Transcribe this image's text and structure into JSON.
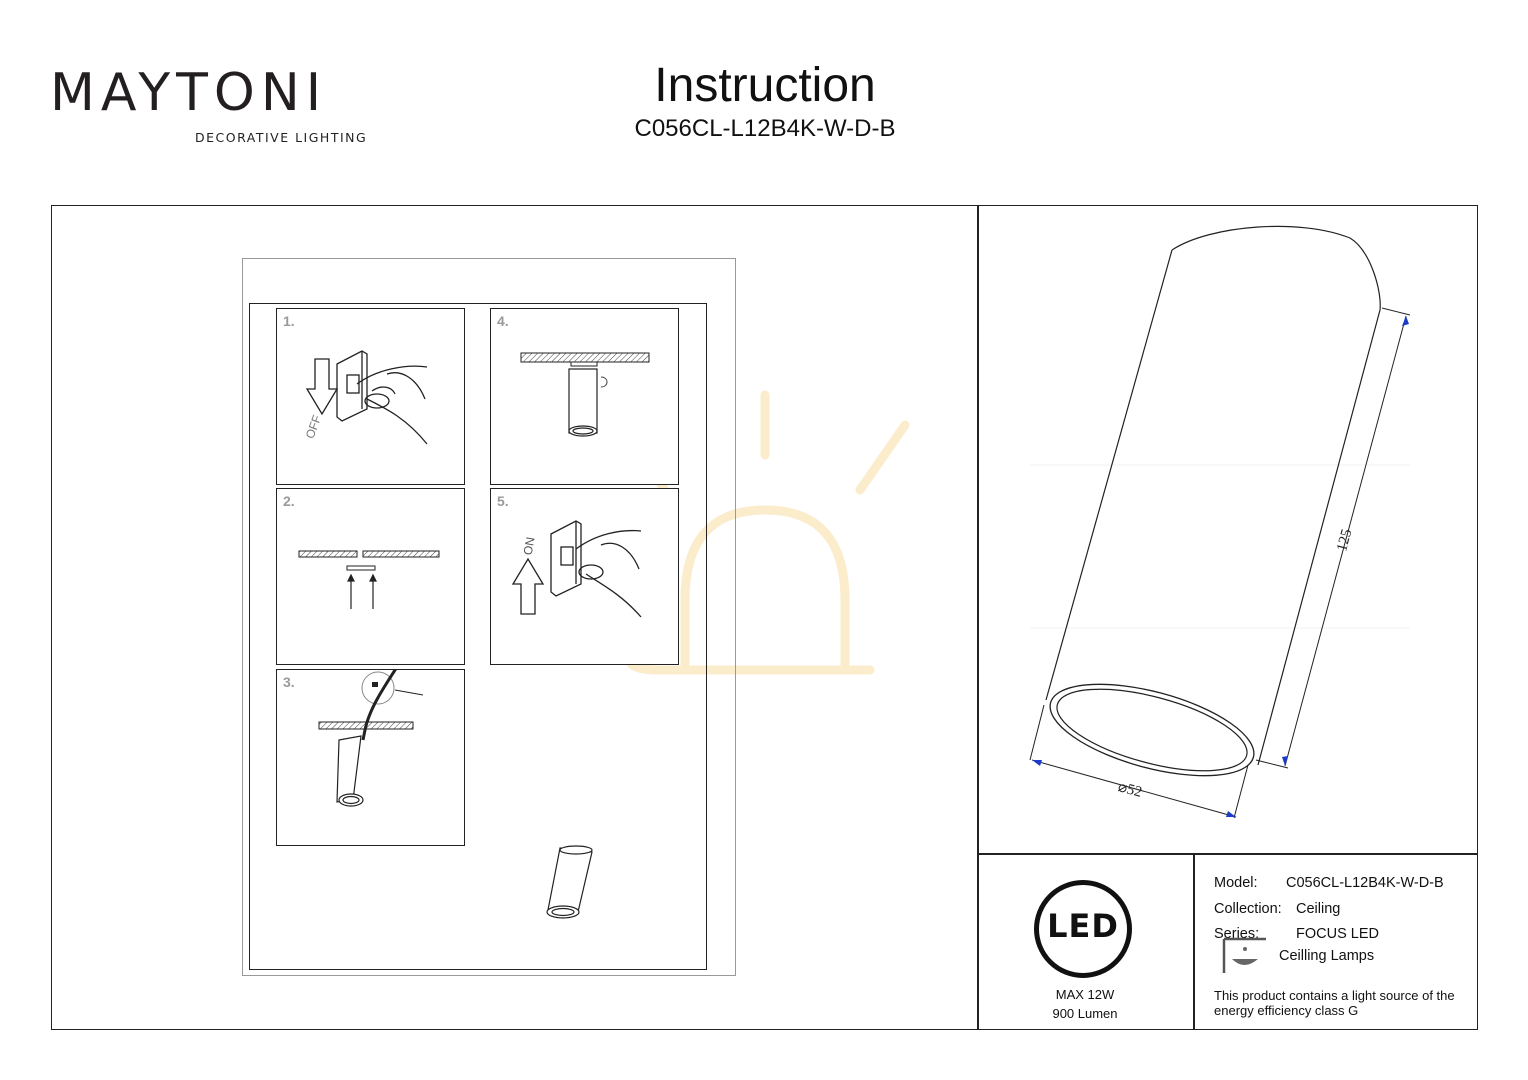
{
  "brand": {
    "name": "MAYTONI",
    "tagline": "DECORATIVE LIGHTING"
  },
  "header": {
    "title": "Instruction",
    "model_code": "C056CL-L12B4K-W-D-B"
  },
  "steps": [
    {
      "num": "1.",
      "switch_label": "OFF"
    },
    {
      "num": "2."
    },
    {
      "num": "3."
    },
    {
      "num": "4."
    },
    {
      "num": "5.",
      "switch_label": "ON"
    }
  ],
  "drawing": {
    "height_dim": "125",
    "diameter_dim": "⌀52"
  },
  "led_badge": {
    "text": "LED",
    "power": "MAX 12W",
    "lumen": "900 Lumen"
  },
  "specs": {
    "model_label": "Model:",
    "model_value": "C056CL-L12B4K-W-D-B",
    "collection_label": "Collection:",
    "collection_value": "Ceiling",
    "series_label": "Series:",
    "series_value": "FOCUS LED",
    "type_value": "Ceilling Lamps"
  },
  "energy_note": "This product contains a light source of the energy efficiency class G",
  "colors": {
    "accent": "#6a2a6a",
    "dim_arrow": "#1a3cc8",
    "watermark": "#fbeccb"
  }
}
